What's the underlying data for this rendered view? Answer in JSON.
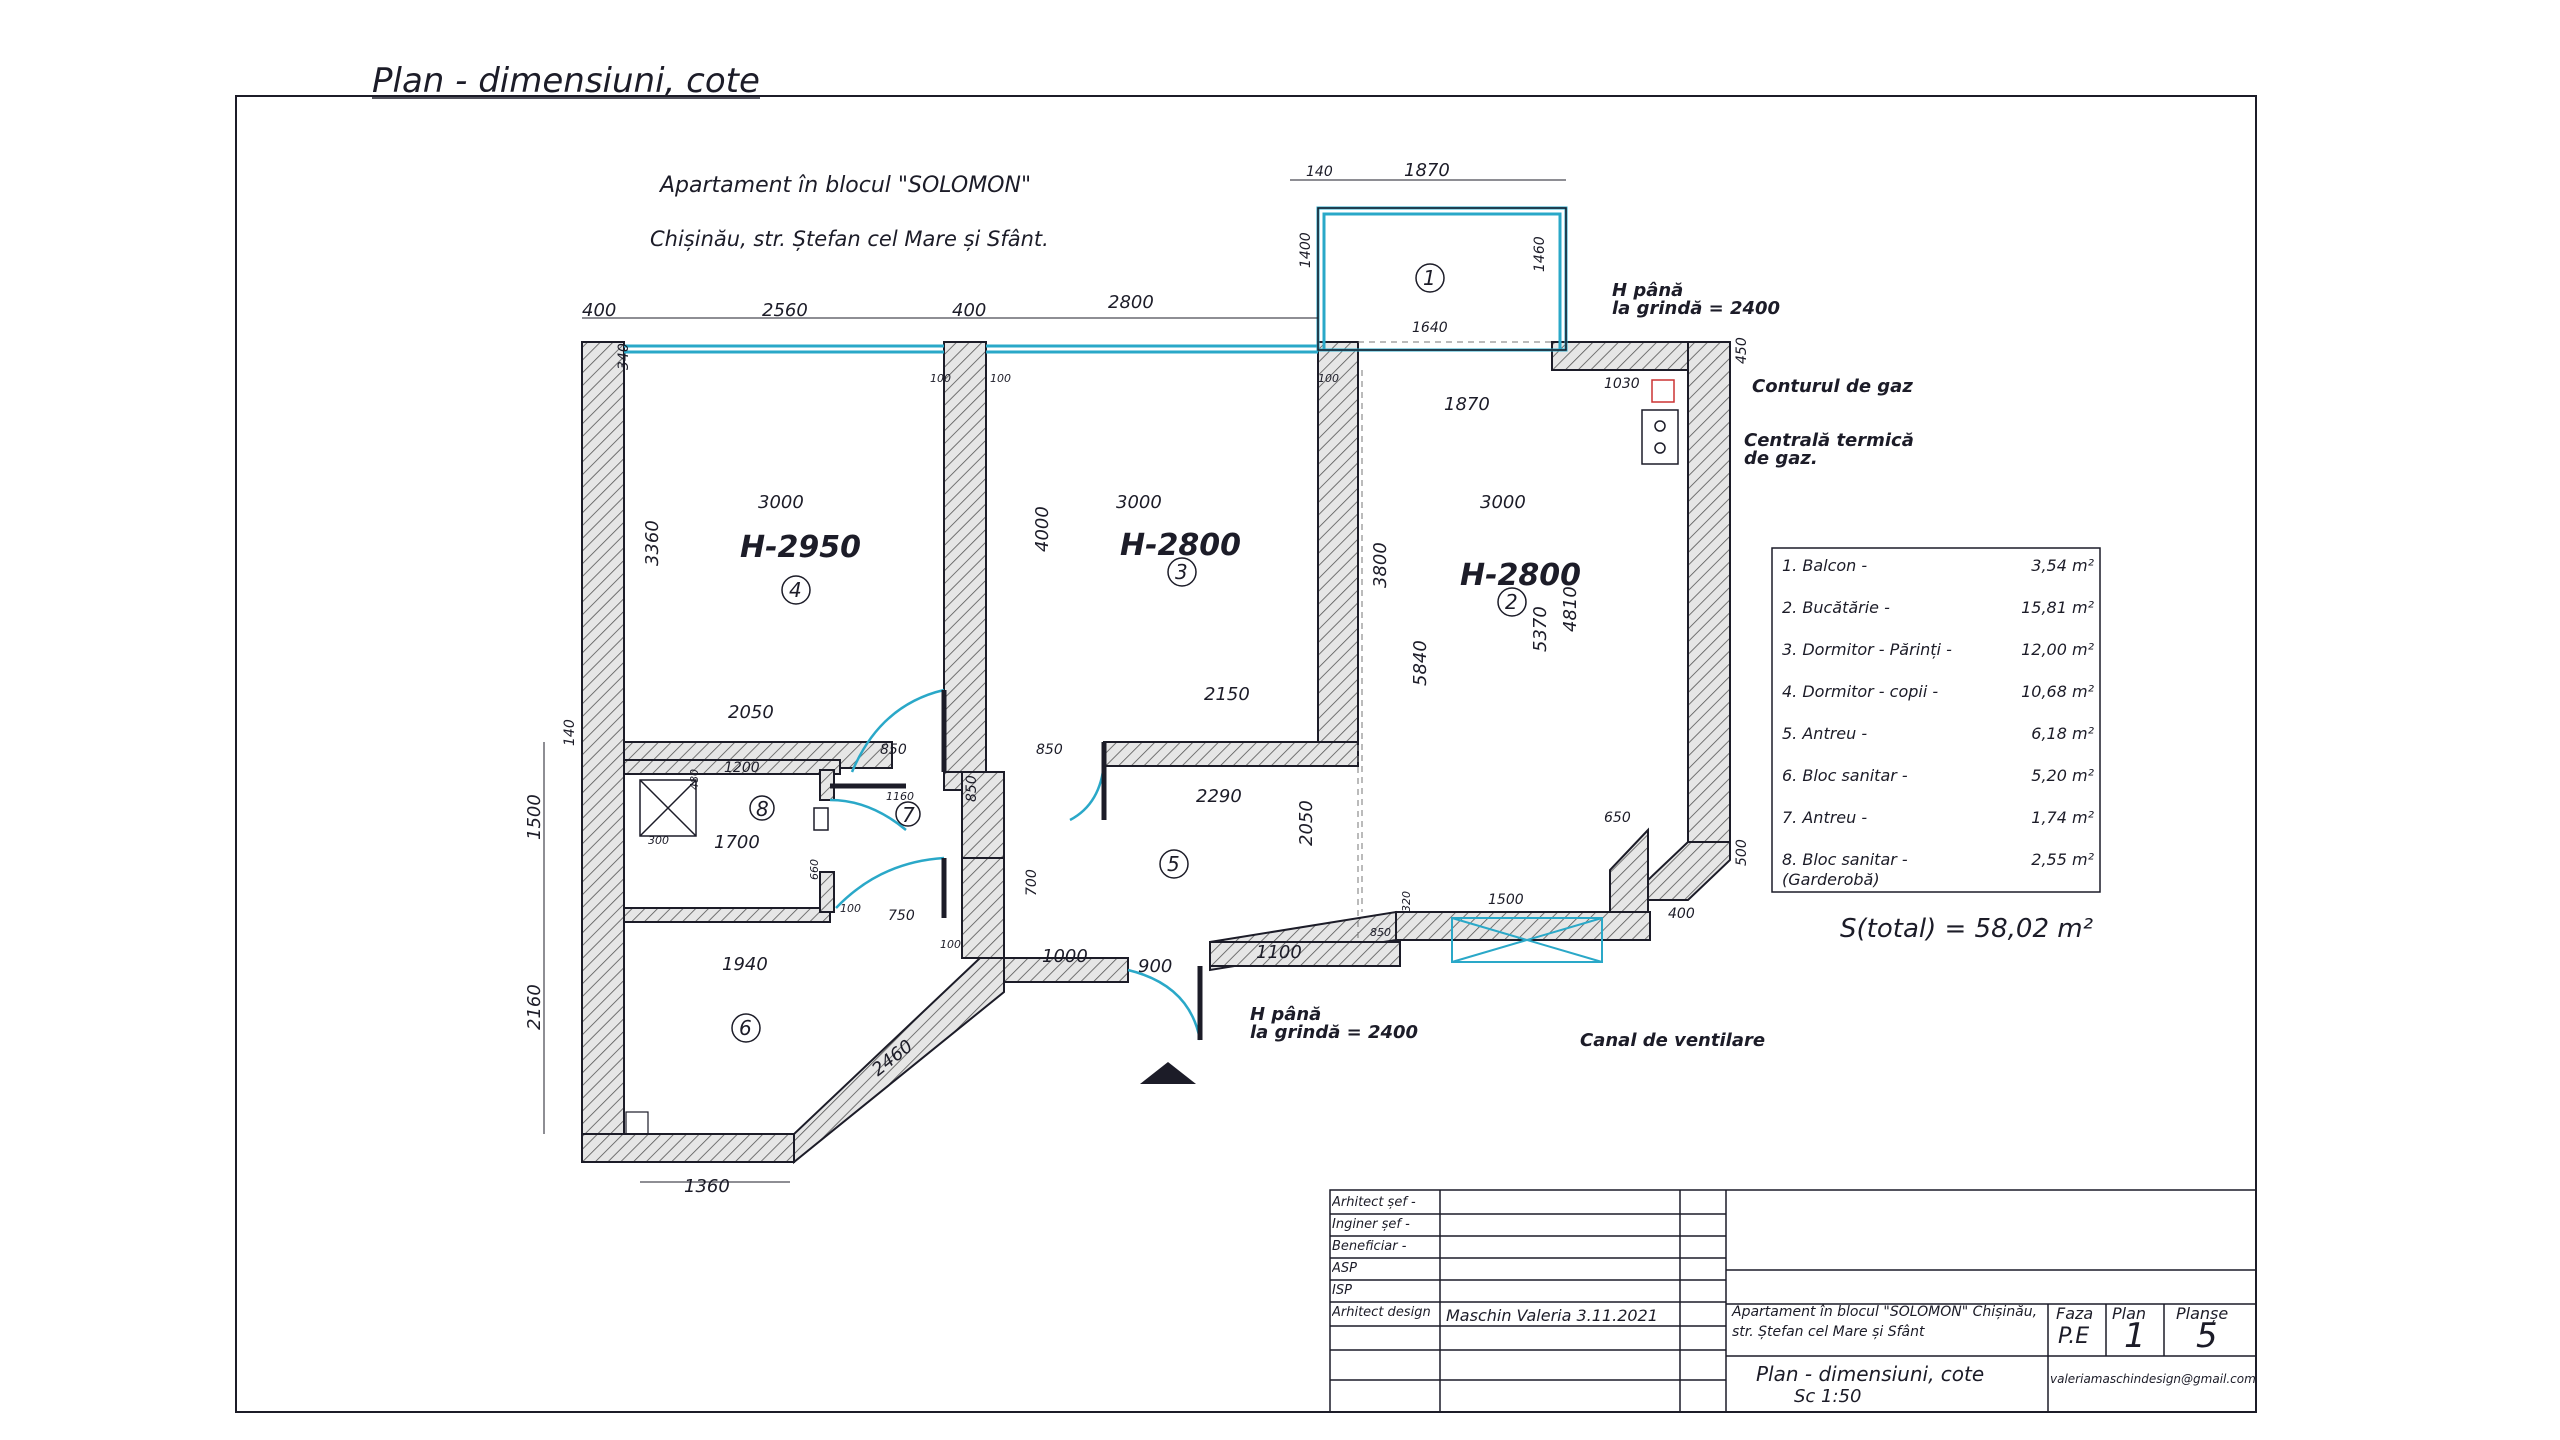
{
  "header": {
    "sheet_caption": "Plan - dimensiuni, cote",
    "project_line1": "Apartament în blocul \"SOLOMON\"",
    "project_line2": "Chișinău, str. Ștefan cel Mare și Sfânt."
  },
  "rooms": [
    {
      "number": "4",
      "height_label": "H-2950",
      "width_label": "3000",
      "depth_label": "3360",
      "bottom_label": "2050"
    },
    {
      "number": "3",
      "height_label": "H-2800",
      "width_label": "3000",
      "depth_label": "4000",
      "bottom_label": "2150"
    },
    {
      "number": "2",
      "height_label": "H-2800",
      "width_label": "3000",
      "depth_label": "3800",
      "depth2_label": "5370",
      "depth3_label": "4810",
      "inner_label": "1870",
      "left_depth_label": "5840"
    },
    {
      "number": "1"
    },
    {
      "number": "5",
      "width_label": "2290",
      "depth_label": "2050"
    },
    {
      "number": "6",
      "width_label": "1940"
    },
    {
      "number": "7"
    },
    {
      "number": "8",
      "width_label": "1200",
      "depth_label": "1700"
    }
  ],
  "dimensions": {
    "top": [
      "400",
      "2560",
      "400",
      "2800"
    ],
    "balcony_top": [
      "140",
      "1870"
    ],
    "balcony_inner": "1640",
    "balcony_left": "1400",
    "balcony_right": "1460",
    "right_wall": "450",
    "right_top": "1030",
    "left_top": "340",
    "left_stack": [
      "140",
      "1500",
      "2160"
    ],
    "bottom": "1360",
    "diagonal": "2460",
    "corridor_bottom": [
      "1000",
      "900",
      "1100"
    ],
    "door_widths": [
      "850",
      "850",
      "750",
      "850"
    ],
    "small": [
      "100",
      "100",
      "100",
      "1160",
      "300",
      "660",
      "100",
      "700",
      "650",
      "1500",
      "320",
      "850",
      "500",
      "400",
      "100",
      "480"
    ]
  },
  "annotations": {
    "balcony_beam": "H până\nla grindă = 2400",
    "entry_beam": "H până\nla grindă = 2400",
    "gas_contour": "Conturul de gaz",
    "boiler": "Centrală termică\nde gaz.",
    "ventilation": "Canal de ventilare"
  },
  "areas": [
    {
      "label": "1. Balcon -",
      "value": "3,54 m²"
    },
    {
      "label": "2. Bucătărie -",
      "value": "15,81 m²"
    },
    {
      "label": "3. Dormitor - Părinți -",
      "value": "12,00 m²"
    },
    {
      "label": "4. Dormitor - copii -",
      "value": "10,68 m²"
    },
    {
      "label": "5. Antreu -",
      "value": "6,18 m²"
    },
    {
      "label": "6. Bloc sanitar -",
      "value": "5,20 m²"
    },
    {
      "label": "7. Antreu -",
      "value": "1,74 m²"
    },
    {
      "label": "8. Bloc sanitar - (Garderobă)",
      "value": "2,55 m²"
    }
  ],
  "total": "S(total) = 58,02 m²",
  "title_block": {
    "roles": [
      "Arhitect șef -",
      "Inginer șef -",
      "Beneficiar -",
      "ASP",
      "ISP",
      "Arhitect design"
    ],
    "author": "Maschin Valeria 3.11.2021",
    "project": "Apartament în blocul \"SOLOMON\" Chișinău, str. Ștefan cel Mare și Sfânt",
    "col_headers": [
      "Faza",
      "Plan",
      "Planșe"
    ],
    "col_values": [
      "P.E",
      "1",
      "5"
    ],
    "sheet_name": "Plan - dimensiuni, cote",
    "scale": "Sc 1:50",
    "email": "valeriamaschindesign@gmail.com"
  },
  "colors": {
    "ink": "#1c1c28",
    "glass": "#2aa8c8",
    "wall_fill": "#d8d8d8"
  }
}
